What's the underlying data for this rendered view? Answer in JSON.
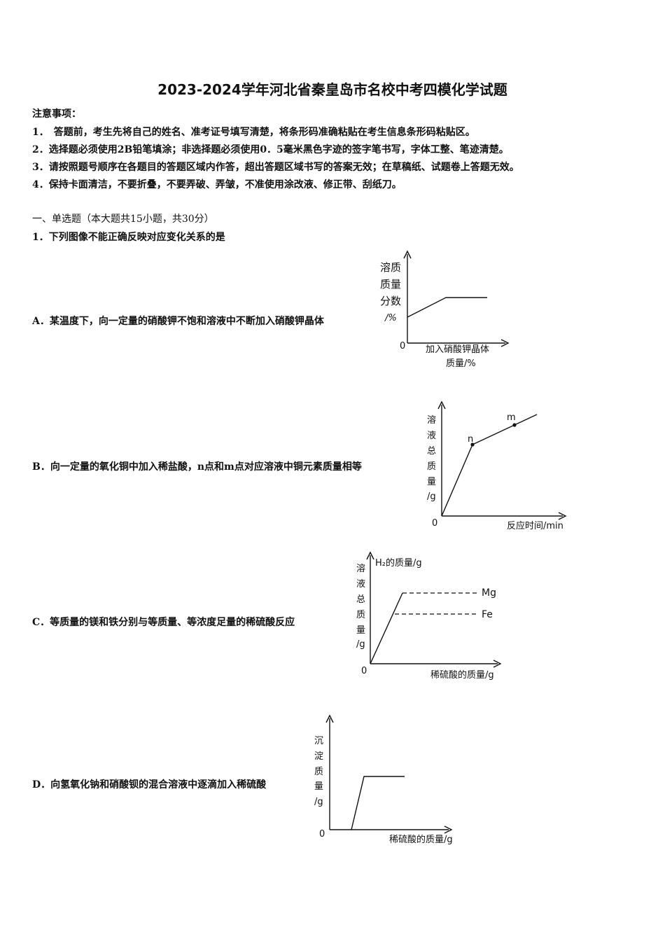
{
  "doc": {
    "title": "2023-2024学年河北省秦皇岛市名校中考四模化学试题",
    "notice_heading": "注意事项：",
    "notices": [
      "1．　答题前，考生先将自己的姓名、准考证号填写清楚，将条形码准确粘贴在考生信息条形码粘贴区。",
      "2．选择题必须使用2B铅笔填涂；非选择题必须使用0．5毫米黑色字迹的签字笔书写，字体工整、笔迹清楚。",
      "3．请按照题号顺序在各题目的答题区域内作答，超出答题区域书写的答案无效；在草稿纸、试题卷上答题无效。",
      "4．保持卡面清洁，不要折叠，不要弄破、弄皱，不准使用涂改液、修正带、刮纸刀。"
    ],
    "section": "一、单选题（本大题共15小题，共30分）",
    "question": "1．下列图像不能正确反映对应变化关系的是",
    "options": {
      "A": "A．某温度下，向一定量的硝酸钾不饱和溶液中不断加入硝酸钾晶体",
      "B": "B．向一定量的氧化铜中加入稀盐酸，n点和m点对应溶液中铜元素质量相等",
      "C": "C．等质量的镁和铁分别与等质量、等浓度足量的稀硫酸反应",
      "D": "D．向氢氧化钠和硝酸钡的混合溶液中逐滴加入稀硫酸"
    }
  },
  "graphs": {
    "A": {
      "ylabel": [
        "溶质",
        "质量",
        "分数",
        "/%"
      ],
      "origin": "0",
      "xlabel": [
        "加入硝酸钾晶体",
        "质量/%"
      ]
    },
    "B": {
      "ylabel": [
        "溶",
        "液",
        "总",
        "质",
        "量",
        "/g"
      ],
      "origin": "0",
      "xlabel": "反应时间/min",
      "points": [
        "n",
        "m"
      ]
    },
    "C": {
      "ylabel": [
        "溶",
        "液",
        "总",
        "质",
        "量",
        "/g"
      ],
      "top_label": "H₂的质量/g",
      "origin": "0",
      "xlabel": "稀硫酸的质量/g",
      "series": [
        "Mg",
        "Fe"
      ]
    },
    "D": {
      "ylabel": [
        "沉",
        "淀",
        "质",
        "量",
        "/g"
      ],
      "origin": "0",
      "xlabel": "稀硫酸的质量/g"
    }
  }
}
